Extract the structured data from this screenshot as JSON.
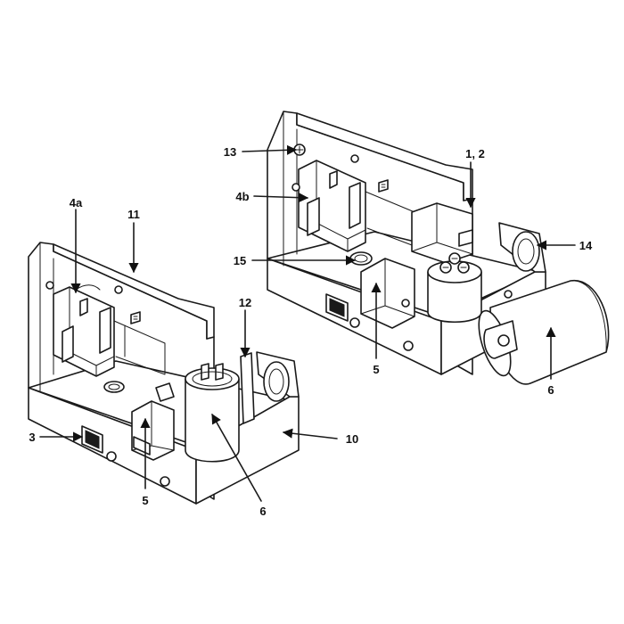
{
  "diagram": {
    "callouts": [
      {
        "id": "c1",
        "label": "4a"
      },
      {
        "id": "c2",
        "label": "11"
      },
      {
        "id": "c3",
        "label": "12"
      },
      {
        "id": "c4",
        "label": "3"
      },
      {
        "id": "c5",
        "label": "10"
      },
      {
        "id": "c6",
        "label": "5"
      },
      {
        "id": "c7",
        "label": "6"
      },
      {
        "id": "c8",
        "label": "13"
      },
      {
        "id": "c9",
        "label": "1, 2"
      },
      {
        "id": "c10",
        "label": "4b"
      },
      {
        "id": "c11",
        "label": "14"
      },
      {
        "id": "c12",
        "label": "15"
      },
      {
        "id": "c13",
        "label": "5"
      },
      {
        "id": "c14",
        "label": "6"
      }
    ]
  }
}
